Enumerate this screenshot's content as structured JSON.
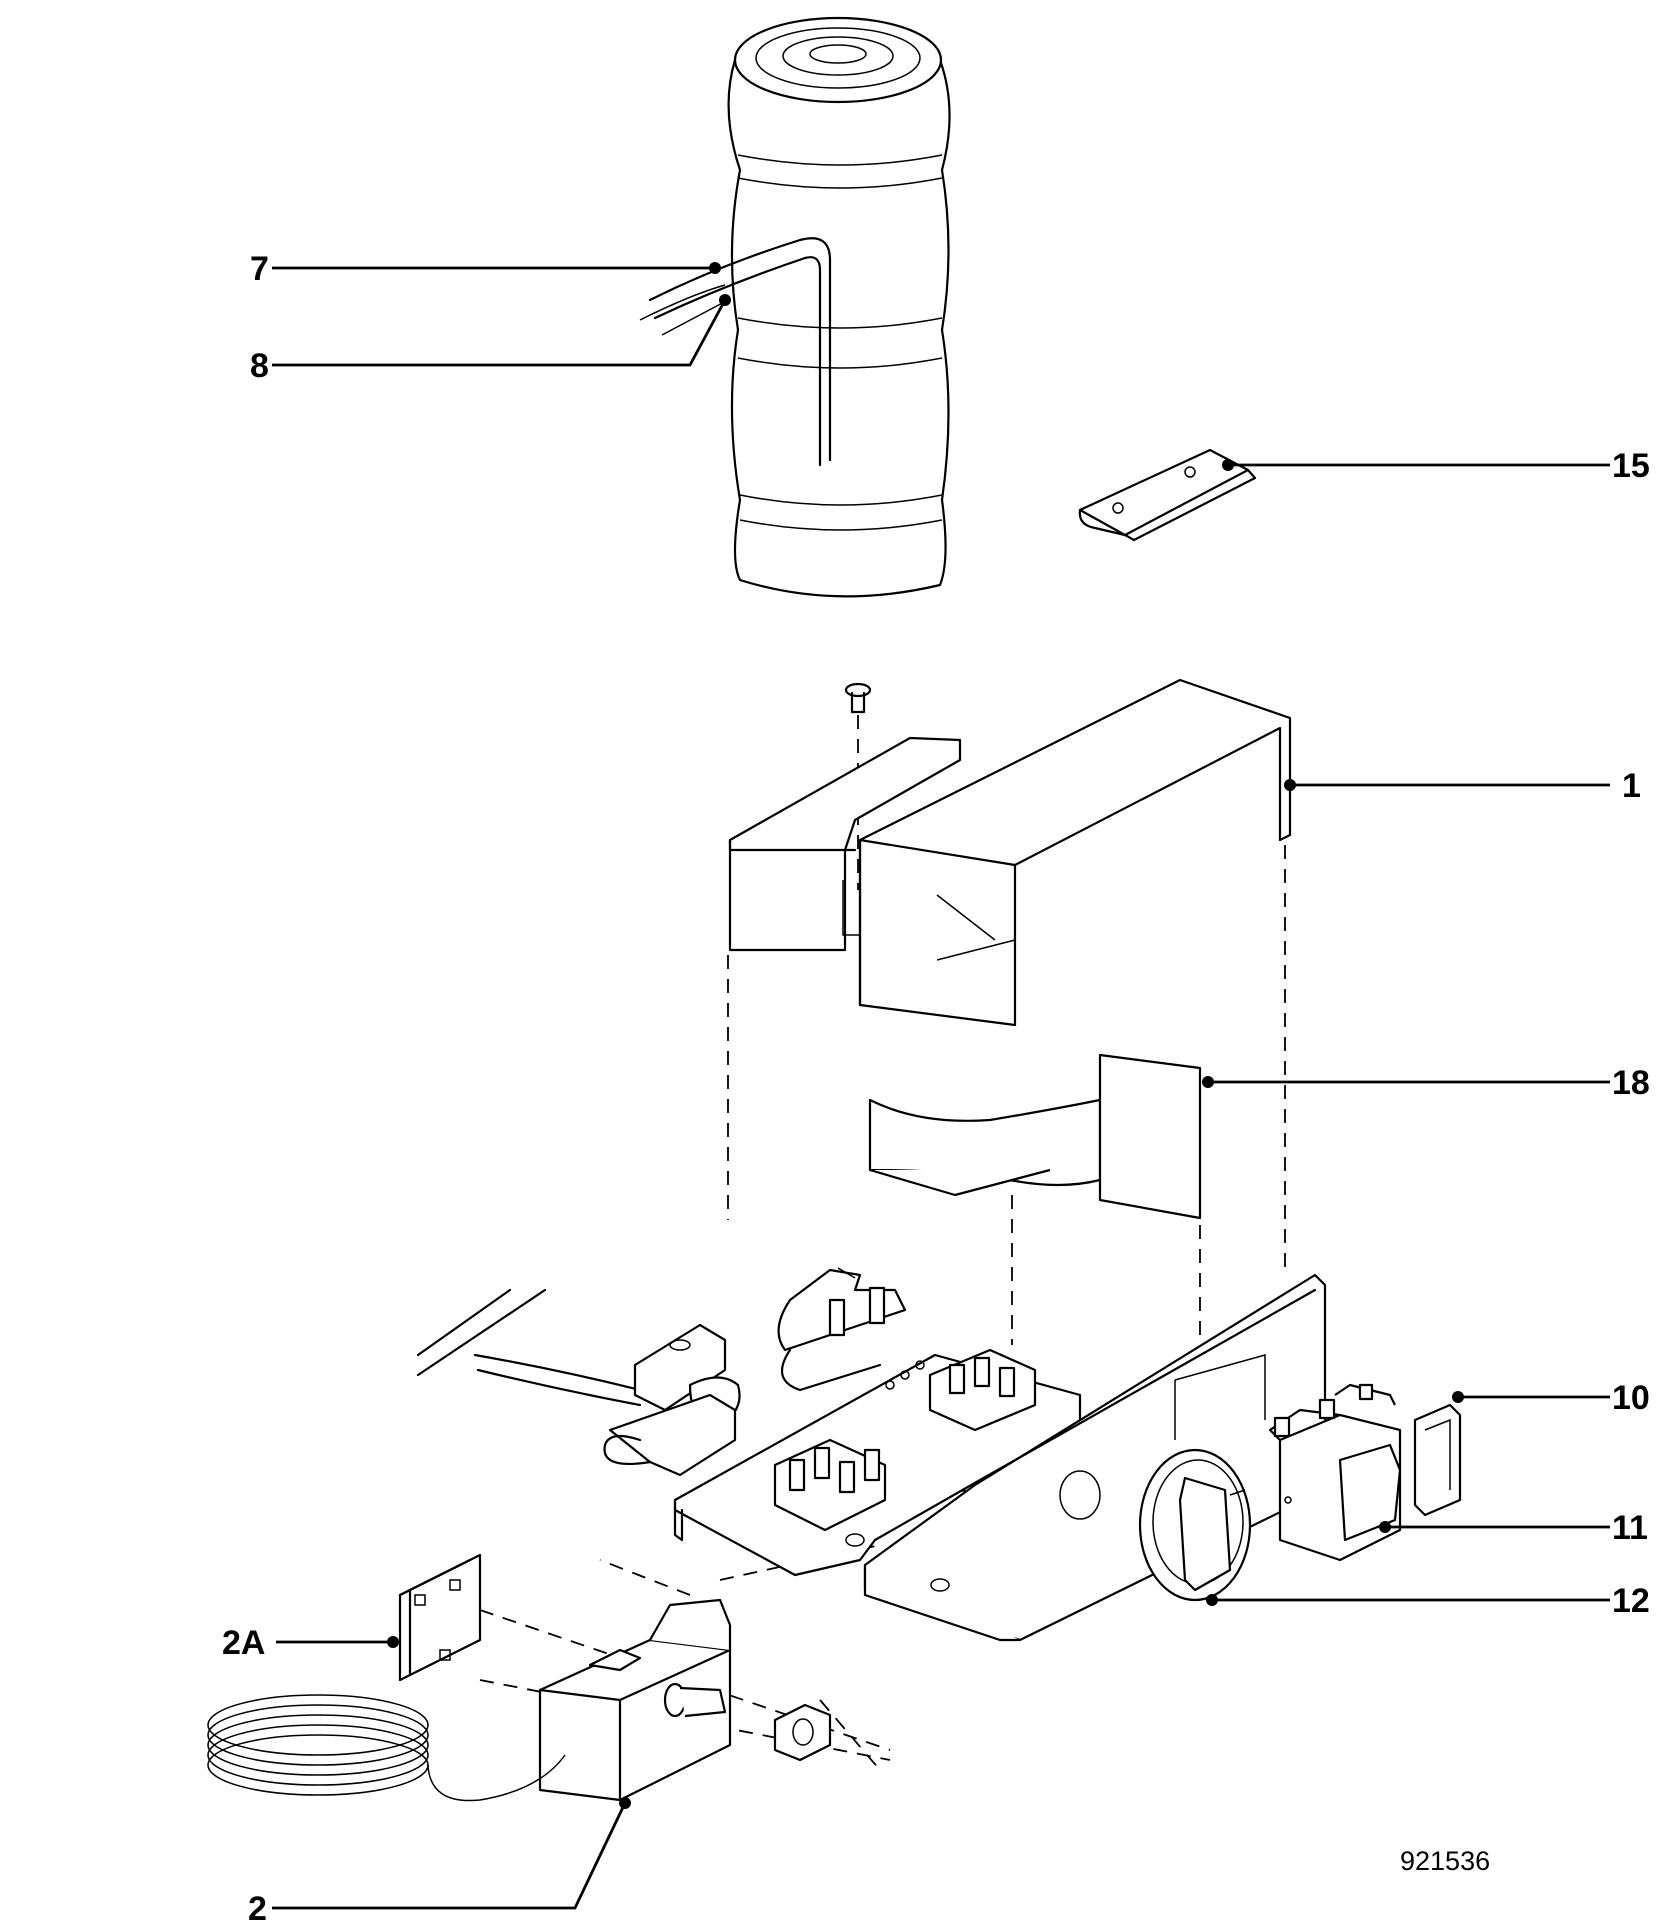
{
  "figure_number": "921536",
  "callouts": [
    {
      "id": "7",
      "text": "7"
    },
    {
      "id": "8",
      "text": "8"
    },
    {
      "id": "15",
      "text": "15"
    },
    {
      "id": "1",
      "text": "1"
    },
    {
      "id": "18",
      "text": "18"
    },
    {
      "id": "10",
      "text": "10"
    },
    {
      "id": "11",
      "text": "11"
    },
    {
      "id": "12",
      "text": "12"
    },
    {
      "id": "2A",
      "text": "2A"
    },
    {
      "id": "2",
      "text": "2"
    }
  ]
}
